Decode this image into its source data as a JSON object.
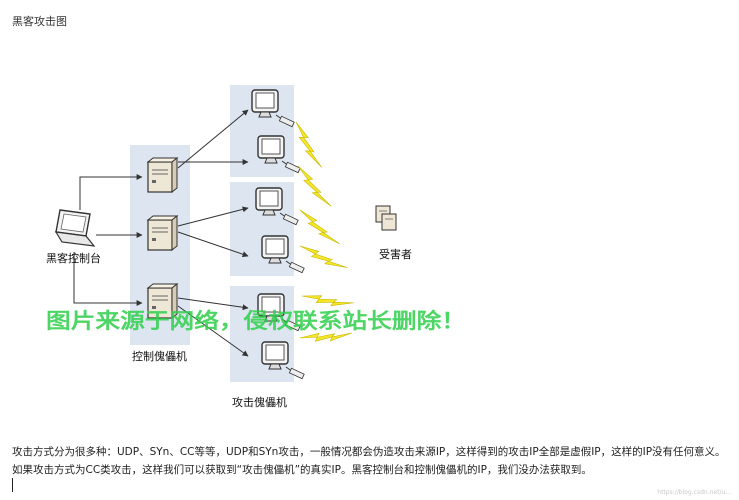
{
  "heading": "黑客攻击图",
  "diagram": {
    "labels": {
      "hacker_console": "黑客控制台",
      "control_puppet": "控制傀儡机",
      "attack_puppet": "攻击傀儡机",
      "victim": "受害者"
    },
    "watermark": "图片来源于网络，侵权联系站长删除！",
    "colors": {
      "panel": "#dde6f0",
      "arrow": "#333333",
      "lightning": "#f3e62b",
      "watermark": "#2ecf4a"
    }
  },
  "paragraphs": [
    "攻击方式分为很多种：UDP、SYn、CC等等，UDP和SYn攻击，一般情况都会伪造攻击来源IP，这样得到的攻击IP全部是虚假IP，这样的IP没有任何意义。",
    "如果攻击方式为CC类攻击，这样我们可以获取到“攻击傀儡机”的真实IP。黑客控制台和控制傀儡机的IP，我们没办法获取到。"
  ],
  "footer_watermark": "https://blog.csdn.net/u..."
}
